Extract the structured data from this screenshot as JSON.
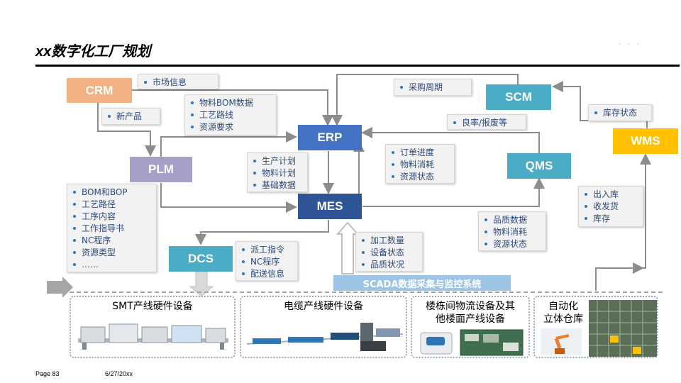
{
  "title": "xx数字化工厂规划",
  "corner_marks": "·  ·  ·",
  "systems": {
    "crm": "CRM",
    "erp": "ERP",
    "scm": "SCM",
    "wms": "WMS",
    "plm": "PLM",
    "qms": "QMS",
    "mes": "MES",
    "dcs": "DCS"
  },
  "notes": {
    "market": [
      "市场信息"
    ],
    "new_product": [
      "新产品"
    ],
    "bom": [
      "物料BOM数据",
      "工艺路线",
      "资源要求"
    ],
    "purchase": [
      "采购周期"
    ],
    "yield": [
      "良率/报废等"
    ],
    "inventory_status": [
      "库存状态"
    ],
    "production_plan": [
      "生产计划",
      "物料计划",
      "基础数据"
    ],
    "order_progress": [
      "订单进度",
      "物料消耗",
      "资源状态"
    ],
    "plm_list": [
      "BOM和BOP",
      "工艺路径",
      "工序内容",
      "工作指导书",
      "NC程序",
      "资源类型",
      "……"
    ],
    "wms_ops": [
      "出入库",
      "收发货",
      "库存"
    ],
    "quality": [
      "品质数据",
      "物料消耗",
      "资源状态"
    ],
    "dispatch": [
      "派工指令",
      "NC程序",
      "配送信息"
    ],
    "processing": [
      "加工数量",
      "设备状态",
      "品质状况"
    ]
  },
  "scada_label": "SCADA数据采集与监控系统",
  "panels": {
    "smt": "SMT产线硬件设备",
    "cable": "电缆产线硬件设备",
    "logistics_line1": "楼栋间物流设备及其",
    "logistics_line2": "他楼面产线设备",
    "warehouse_line1": "自动化",
    "warehouse_line2": "立体仓库"
  },
  "footer": {
    "page": "Page 83",
    "date": "6/27/20xx"
  },
  "colors": {
    "crm": "#f4b183",
    "erp": "#4472c4",
    "scm": "#4bacc6",
    "wms": "#ffc000",
    "plm": "#a5a0c8",
    "qms": "#4bacc6",
    "mes": "#2f5597",
    "dcs": "#4bacc6",
    "scada": "#9dc3e6"
  }
}
